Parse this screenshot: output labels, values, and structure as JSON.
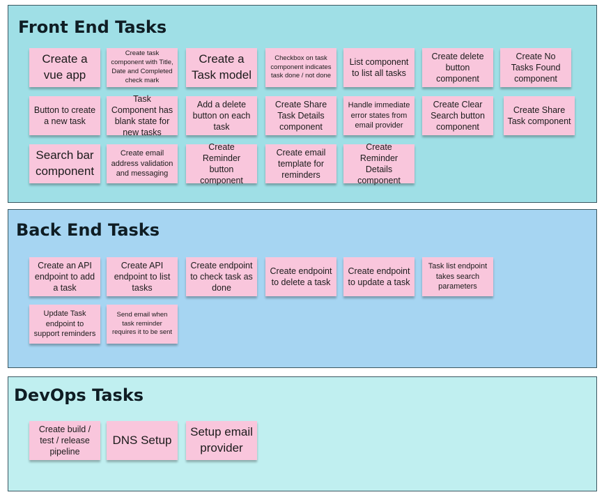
{
  "sections": {
    "frontend": {
      "title": "Front End Tasks",
      "bg": "#9fdfe6",
      "notes": [
        "Create a vue app",
        "Create task component with Title, Date and Completed check mark",
        "Create a Task model",
        "Checkbox on task component indicates task done / not done",
        "List component to list all tasks",
        "Create delete button component",
        "Create No Tasks Found component",
        "Button to create a new task",
        "Task Component has blank state for new tasks",
        "Add a delete button on each task",
        "Create Share Task Details component",
        "Handle immediate error states from email provider",
        "Create Clear Search button component",
        "Create Share Task component",
        "Search bar component",
        "Create email address validation and messaging",
        "Create Reminder button component",
        "Create email template for reminders",
        "Create Reminder Details component"
      ]
    },
    "backend": {
      "title": "Back End Tasks",
      "bg": "#a6d5f2",
      "notes": [
        "Create an API endpoint to add a task",
        "Create API endpoint to list tasks",
        "Create endpoint to check task as done",
        "Create endpoint to delete a task",
        "Create endpoint to update a task",
        "Task list endpoint takes search parameters",
        "Update Task endpoint to support reminders",
        "Send email when task reminder requires it to be sent"
      ]
    },
    "devops": {
      "title": "DevOps Tasks",
      "bg": "#c0eff0",
      "notes": [
        "Create build / test / release pipeline",
        "DNS Setup",
        "Setup email provider"
      ]
    }
  },
  "note_color": "#f9c6dc"
}
